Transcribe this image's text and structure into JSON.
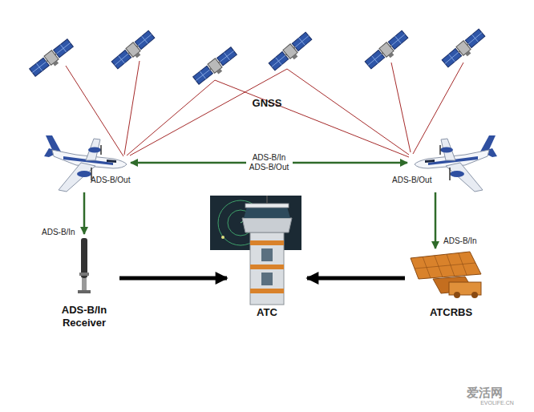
{
  "diagram": {
    "nodes": [
      {
        "text": []
      },
      {
        "text": []
      },
      {
        "text": [
          "ADS-B/In Receiver"
        ]
      },
      {
        "text": [
          "ATC"
        ]
      },
      {
        "text": [
          "ATCRBS"
        ]
      }
    ],
    "edges": [
      {
        "from": 0,
        "to": 1,
        "arrow": "both",
        "label": "ADS-B/In ADS-B/Out"
      },
      {
        "from": 0,
        "to": 2,
        "arrow": "to",
        "label": "ADS-B/Out"
      },
      {
        "from": 1,
        "to": 4,
        "arrow": "to",
        "label": "ADS-B/Out"
      },
      {
        "from": 2,
        "to": 3,
        "arrow": "to"
      },
      {
        "from": 4,
        "to": 3,
        "arrow": "to"
      }
    ],
    "labels": [
      "GNSS",
      "ADS-B/In",
      "ADS-B/In",
      "爱活网",
      "EVOLIFE.CN"
    ]
  }
}
